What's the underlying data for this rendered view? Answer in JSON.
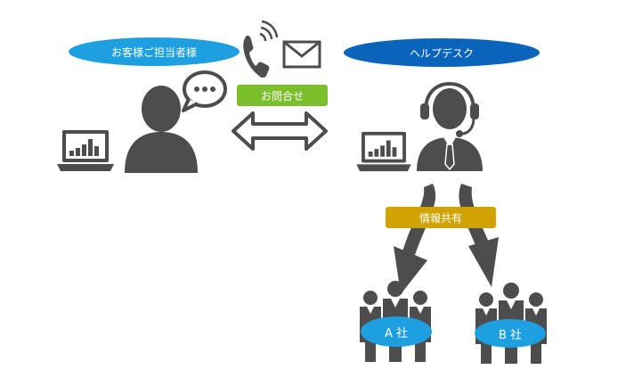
{
  "labels": {
    "customer": "お客様ご担当者様",
    "helpdesk": "ヘルプデスク",
    "inquiry": "お問合せ",
    "info_share": "情報共有",
    "company_a": "A 社",
    "company_b": "B 社"
  },
  "colors": {
    "icon_gray": "#4d4d4d",
    "customer_blue": "#1e9fe0",
    "helpdesk_blue": "#0b64bc",
    "inquiry_green": "#7bbf2c",
    "share_gold": "#d1a204"
  },
  "icons": [
    "laptop-chart-icon",
    "person-icon",
    "speech-bubble-icon",
    "phone-icon",
    "envelope-icon",
    "double-arrow-icon",
    "headset-person-icon",
    "curved-down-arrow-icon",
    "group-people-icon"
  ]
}
